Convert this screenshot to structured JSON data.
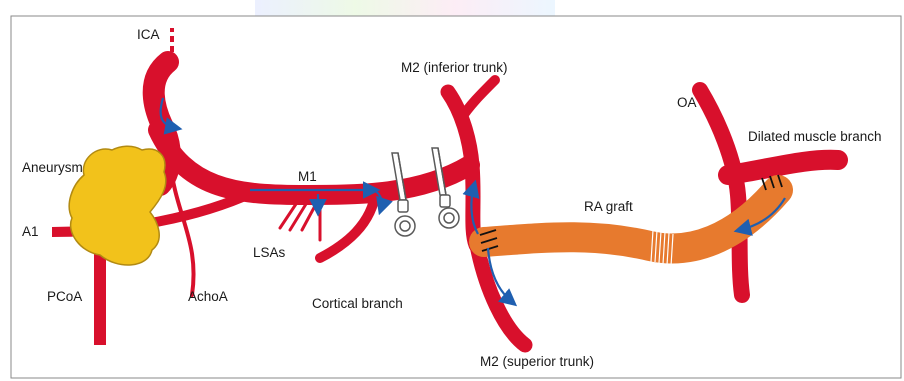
{
  "labels": {
    "ica": "ICA",
    "m2_inferior": "M2 (inferior trunk)",
    "oa": "OA",
    "dilated_muscle": "Dilated muscle branch",
    "aneurysm": "Aneurysm",
    "m1": "M1",
    "ra_graft": "RA graft",
    "a1": "A1",
    "lsas": "LSAs",
    "pcoa": "PCoA",
    "achoa": "AchoA",
    "cortical": "Cortical branch",
    "m2_superior": "M2 (superior trunk)"
  },
  "colors": {
    "artery": "#d8102c",
    "aneurysm": "#f2c21b",
    "graft": "#e77a2e",
    "flow_arrow": "#1f5fb0",
    "clip": "#777777",
    "border": "#8a8a8a"
  }
}
